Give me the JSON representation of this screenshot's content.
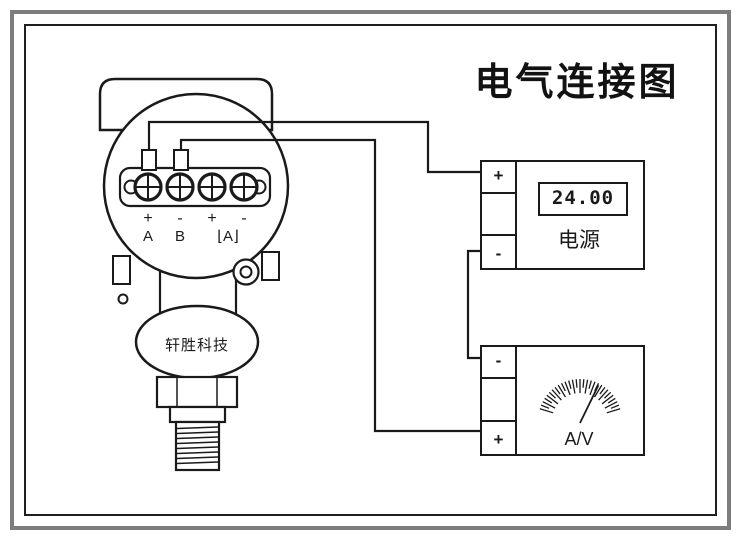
{
  "title": "电气连接图",
  "transmitter": {
    "brand": "轩胜科技",
    "terminals": {
      "sign1": "+",
      "sign2": "-",
      "sign3": "+",
      "sign4": "-",
      "label1": "A",
      "label2": "B",
      "bracket": "⌊A⌋"
    }
  },
  "power_supply": {
    "display": "24.00",
    "label": "电源",
    "terminal_top": "+",
    "terminal_bottom": "-"
  },
  "meter": {
    "label": "A/V",
    "terminal_top": "-",
    "terminal_bottom": "+"
  },
  "colors": {
    "line": "#1a1a1a",
    "frame": "#7d7d7d"
  }
}
